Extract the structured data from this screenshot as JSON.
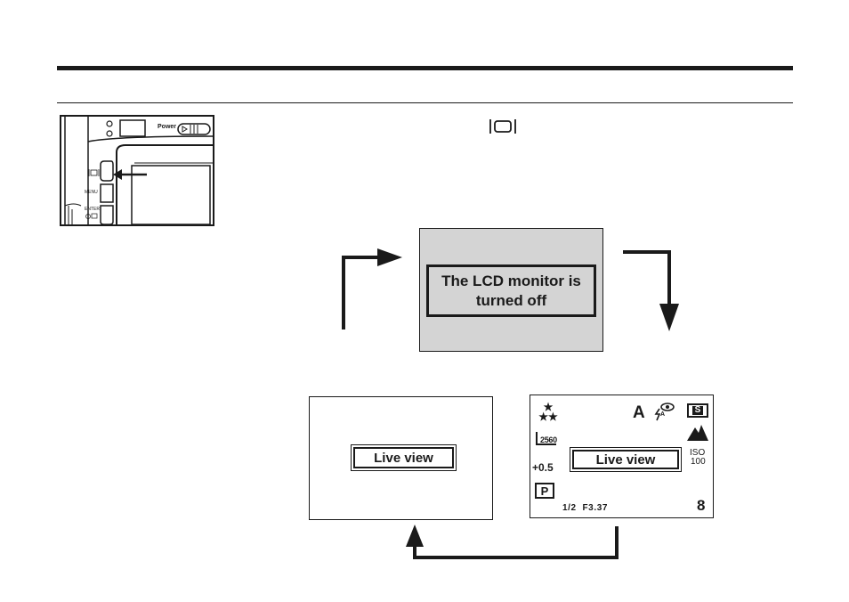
{
  "camera_panel": {
    "power_label": "Power",
    "lcd_button_glyph": "|O|",
    "menu_label": "MENU",
    "enter_label": "ENTER"
  },
  "instruction": {
    "lcd_button_glyph": "|O|"
  },
  "state_off": {
    "message": "The LCD monitor is turned off"
  },
  "state_live": {
    "label": "Live view"
  },
  "state_info": {
    "label": "Live view",
    "quality_stars": "★★★",
    "mode_letter": "A",
    "resolution": "2560",
    "exposure_comp": "+0.5",
    "program_mode": "P",
    "iso_label": "ISO",
    "iso_value": "100",
    "shutter_aperture": "1/2  F3.37",
    "shots_remaining": "8",
    "storage_icon_letter": "S"
  },
  "colors": {
    "ink": "#1a1a1a",
    "panel_gray": "#d4d4d4"
  },
  "icons": [
    "lcd-button-icon",
    "camera-back-illustration",
    "flash-redeye-icon",
    "landscape-icon",
    "storage-card-icon",
    "quality-stars-icon"
  ]
}
